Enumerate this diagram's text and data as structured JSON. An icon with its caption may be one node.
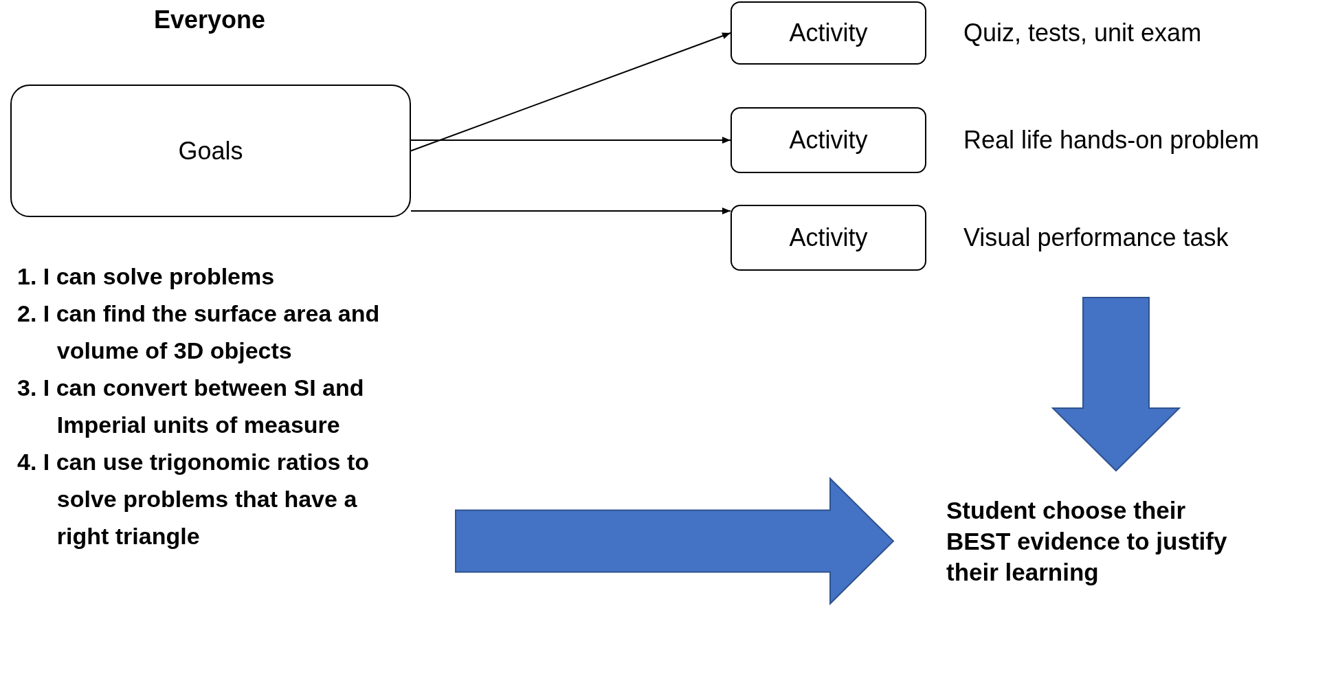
{
  "diagram": {
    "title": "Everyone",
    "nodes": [
      {
        "text": [
          "Goals"
        ]
      },
      {
        "text": [
          "Activity"
        ],
        "beside": [
          "Quiz, tests, unit exam"
        ]
      },
      {
        "text": [
          "Activity"
        ],
        "beside": [
          "Real life hands-on problem"
        ]
      },
      {
        "text": [
          "Activity"
        ],
        "beside": [
          "Visual performance task"
        ]
      },
      {
        "text": [
          "1. I can solve problems",
          "2. I can find the surface area and volume of 3D objects",
          "3. I can convert between SI and Imperial units of measure",
          "4. I can use trigonomic ratios to solve problems that have a right triangle"
        ]
      },
      {
        "text": [
          "Student choose their BEST evidence to justify their learning"
        ]
      }
    ],
    "edges": [
      {
        "from": 0,
        "to": 1,
        "arrow": "to"
      },
      {
        "from": 0,
        "to": 2,
        "arrow": "to"
      },
      {
        "from": 0,
        "to": 3,
        "arrow": "to"
      },
      {
        "from": 4,
        "to": 5,
        "arrow": "to",
        "style": "thick",
        "color": "#4472c4"
      },
      {
        "from": null,
        "to": 5,
        "arrow": "to",
        "style": "thick",
        "color": "#4472c4"
      }
    ]
  }
}
